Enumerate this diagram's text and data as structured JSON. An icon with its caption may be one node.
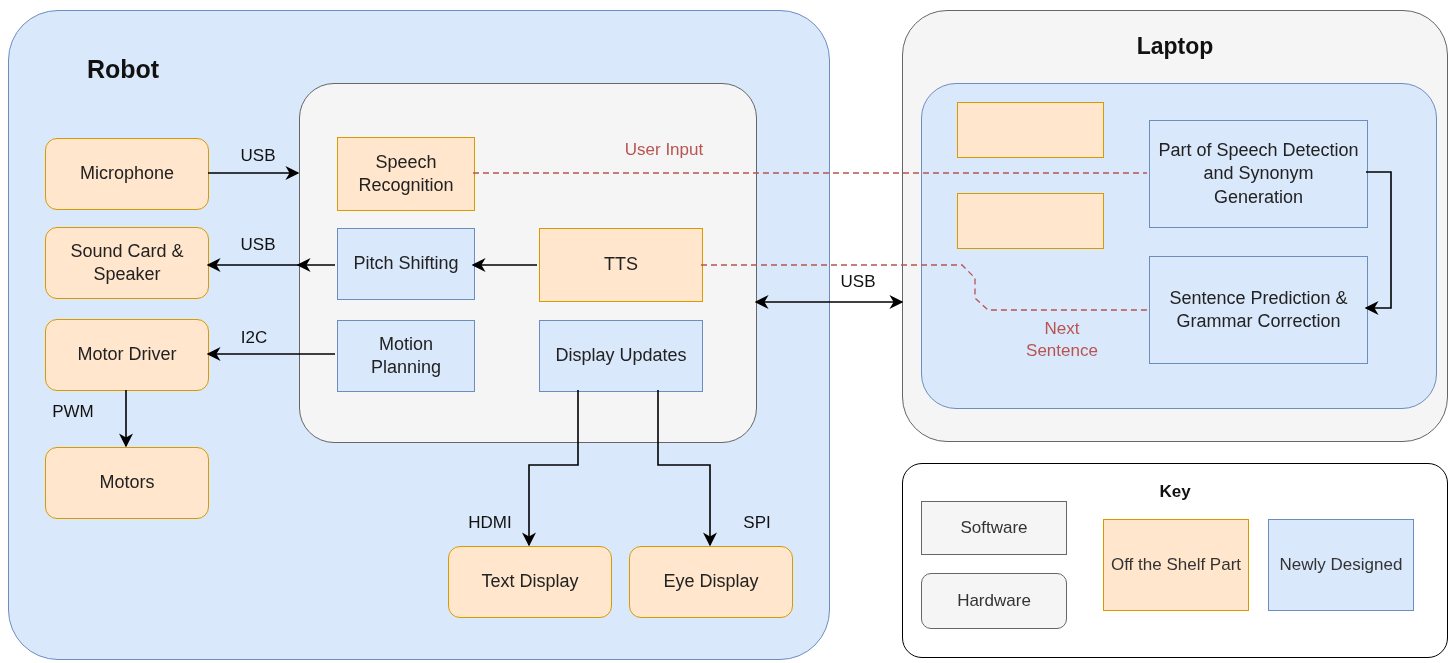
{
  "diagram": {
    "nodes": [
      {
        "text": [
          "Robot"
        ]
      },
      {
        "text": [],
        "shape": "box",
        "in": 0
      },
      {
        "text": [
          "Microphone"
        ],
        "in": 0
      },
      {
        "text": [
          "Sound Card & Speaker"
        ],
        "in": 0
      },
      {
        "text": [
          "Motor Driver"
        ],
        "in": 0
      },
      {
        "text": [
          "Motors"
        ],
        "in": 0
      },
      {
        "text": [
          "Speech Recognition"
        ],
        "in": 1
      },
      {
        "text": [
          "Pitch Shifting"
        ],
        "in": 1
      },
      {
        "text": [
          "TTS"
        ],
        "in": 1
      },
      {
        "text": [
          "Motion Planning"
        ],
        "in": 1
      },
      {
        "text": [
          "Display Updates"
        ],
        "in": 1
      },
      {
        "text": [
          "Text Display"
        ],
        "in": 0
      },
      {
        "text": [
          "Eye Display"
        ],
        "in": 0
      },
      {
        "text": [
          "Laptop"
        ]
      },
      {
        "text": [],
        "shape": "box",
        "in": 13
      },
      {
        "text": [],
        "shape": "box",
        "in": 14
      },
      {
        "text": [],
        "shape": "box",
        "in": 14
      },
      {
        "text": [
          "Part of Speech Detection and Synonym Generation"
        ],
        "in": 14
      },
      {
        "text": [
          "Sentence Prediction & Grammar Correction"
        ],
        "in": 14
      },
      {
        "text": [
          "Key"
        ]
      }
    ],
    "edges": [
      {
        "from": 2,
        "to": 1,
        "arrow": "to",
        "label": "USB"
      },
      {
        "from": 7,
        "to": 3,
        "arrow": "to",
        "label": "USB"
      },
      {
        "from": 8,
        "to": 7,
        "arrow": "to"
      },
      {
        "from": 9,
        "to": 4,
        "arrow": "to",
        "label": "I2C"
      },
      {
        "from": 4,
        "to": 5,
        "arrow": "to",
        "label": "PWM"
      },
      {
        "from": 10,
        "to": 11,
        "arrow": "to",
        "label": "HDMI"
      },
      {
        "from": 10,
        "to": 12,
        "arrow": "to",
        "label": "SPI"
      },
      {
        "from": 6,
        "to": 17,
        "arrow": "none",
        "label": "User Input",
        "style": "dashed",
        "color": "#b85450"
      },
      {
        "from": 8,
        "to": 18,
        "arrow": "none",
        "label": "Next Sentence",
        "style": "dashed",
        "color": "#b85450"
      },
      {
        "from": 1,
        "to": 13,
        "arrow": "both",
        "label": "USB"
      },
      {
        "from": 17,
        "to": 18,
        "arrow": "to"
      }
    ],
    "legend": [
      {
        "text": "Software",
        "color": "#f5f5f5"
      },
      {
        "text": "Hardware",
        "color": "#f5f5f5"
      },
      {
        "text": "Off the Shelf Part",
        "color": "#ffe6cc"
      },
      {
        "text": "Newly Designed",
        "color": "#dae8fc"
      }
    ]
  }
}
